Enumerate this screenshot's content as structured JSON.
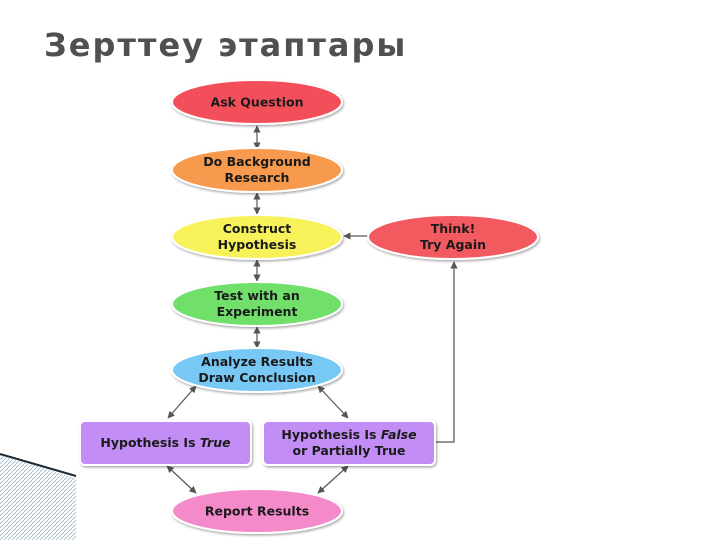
{
  "slide": {
    "title": "Зерттеу этаптары"
  },
  "flowchart": {
    "nodes": {
      "ask_question": {
        "lines": [
          "Ask Question"
        ]
      },
      "background_research": {
        "lines": [
          "Do Background",
          "Research"
        ]
      },
      "construct_hypothesis": {
        "lines": [
          "Construct",
          "Hypothesis"
        ]
      },
      "experiment": {
        "lines": [
          "Test with an",
          "Experiment"
        ]
      },
      "analyze": {
        "lines": [
          "Analyze Results",
          "Draw Conclusion"
        ]
      },
      "think_again": {
        "lines": [
          "Think!",
          "Try Again"
        ]
      },
      "hyp_true": {
        "prefix": "Hypothesis Is ",
        "emphasis": "True"
      },
      "hyp_false": {
        "prefix": "Hypothesis Is ",
        "emphasis": "False",
        "line2": "or Partially True"
      },
      "report": {
        "lines": [
          "Report Results"
        ]
      }
    },
    "colors": {
      "ask_question": "#f24f5a",
      "background_research": "#f79a4e",
      "construct_hypothesis": "#f8f25a",
      "experiment": "#6fe06a",
      "analyze": "#78c8f5",
      "think_again": "#f25a60",
      "hyp_true": "#c28ef5",
      "hyp_false": "#c28ef5",
      "report": "#f58acb",
      "arrow": "#555555"
    }
  }
}
